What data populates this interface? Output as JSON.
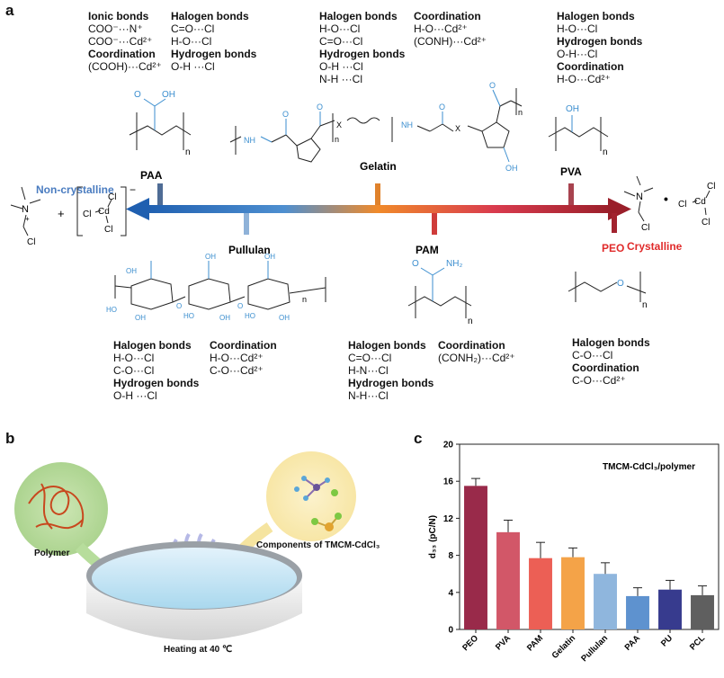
{
  "panel_a": {
    "letter": "a",
    "left_label": "Non-crystalline",
    "right_label": "Crystalline",
    "polymers": {
      "paa": "PAA",
      "gelatin": "Gelatin",
      "pva": "PVA",
      "pullulan": "Pullulan",
      "pam": "PAM",
      "peo": "PEO"
    },
    "top_left_bonds": {
      "h1": "Ionic bonds",
      "l1": "COO⁻···N⁺",
      "l2": "COO⁻···Cd²⁺",
      "h2": "Coordination",
      "l3": "(COOH)···Cd²⁺"
    },
    "top_left2_bonds": {
      "h1": "Halogen bonds",
      "l1": "C=O···Cl",
      "l2": "H-O···Cl",
      "h2": "Hydrogen bonds",
      "l3": "O-H ···Cl"
    },
    "top_mid_bonds": {
      "h1": "Halogen bonds",
      "l1": "H-O···Cl",
      "l2": "C=O···Cl",
      "h2": "Hydrogen bonds",
      "l3": "O-H ···Cl",
      "l4": "N-H ···Cl"
    },
    "top_mid2_bonds": {
      "h1": "Coordination",
      "l1": "H-O···Cd²⁺",
      "l2": "(CONH)···Cd²⁺"
    },
    "top_right_bonds": {
      "h1": "Halogen bonds",
      "l1": "H-O···Cl",
      "h2": "Hydrogen bonds",
      "l2": "O-H···Cl",
      "h3": "Coordination",
      "l3": "H-O···Cd²⁺"
    },
    "bot_left_bonds": {
      "h1": "Halogen bonds",
      "l1": "H-O···Cl",
      "l2": "C-O···Cl",
      "h2": "Hydrogen bonds",
      "l3": "O-H ···Cl"
    },
    "bot_left2_bonds": {
      "h1": "Coordination",
      "l1": "H-O···Cd²⁺",
      "l2": "C-O···Cd²⁺"
    },
    "bot_mid_bonds": {
      "h1": "Halogen bonds",
      "l1": "C=O···Cl",
      "l2": "H-N···Cl",
      "h2": "Hydrogen bonds",
      "l3": "N-H···Cl"
    },
    "bot_mid2_bonds": {
      "h1": "Coordination",
      "l1": "(CONH₂)···Cd²⁺"
    },
    "bot_right_bonds": {
      "h1": "Halogen bonds",
      "l1": "C-O···Cl",
      "h2": "Coordination",
      "l2": "C-O···Cd²⁺"
    },
    "chem": {
      "n_plus": "N",
      "plus": "+",
      "cl": "Cl",
      "cd": "Cd",
      "minus": "−",
      "dot": "•",
      "n": "n",
      "o": "O",
      "oh": "OH",
      "nh": "NH",
      "nh2": "NH₂",
      "x": "X",
      "ho": "HO",
      "charge_plus": "+"
    }
  },
  "panel_b": {
    "letter": "b",
    "polymer_label": "Polymer",
    "components_label": "Components of TMCM-CdCl₃",
    "heating_label": "Heating at 40 ℃"
  },
  "panel_c": {
    "letter": "c",
    "chart_data": {
      "type": "bar",
      "title": "TMCM-CdCl₃/polymer",
      "ylabel": "d₃₃ (pC/N)",
      "xlabel": "",
      "categories": [
        "PEO",
        "PVA",
        "PAM",
        "Gelatin",
        "Pullulan",
        "PAA",
        "PU",
        "PCL"
      ],
      "values": [
        15.5,
        10.5,
        7.7,
        7.8,
        6.0,
        3.6,
        4.3,
        3.7
      ],
      "errors": [
        0.8,
        1.3,
        1.7,
        1.0,
        1.2,
        0.9,
        1.0,
        1.0
      ],
      "colors": [
        "#992a4a",
        "#d25768",
        "#ec5f55",
        "#f4a348",
        "#8fb6dd",
        "#5e92cf",
        "#373b8e",
        "#5f5f5f"
      ],
      "ylim": [
        0,
        20
      ],
      "yticks": [
        0,
        4,
        8,
        12,
        16,
        20
      ]
    }
  }
}
